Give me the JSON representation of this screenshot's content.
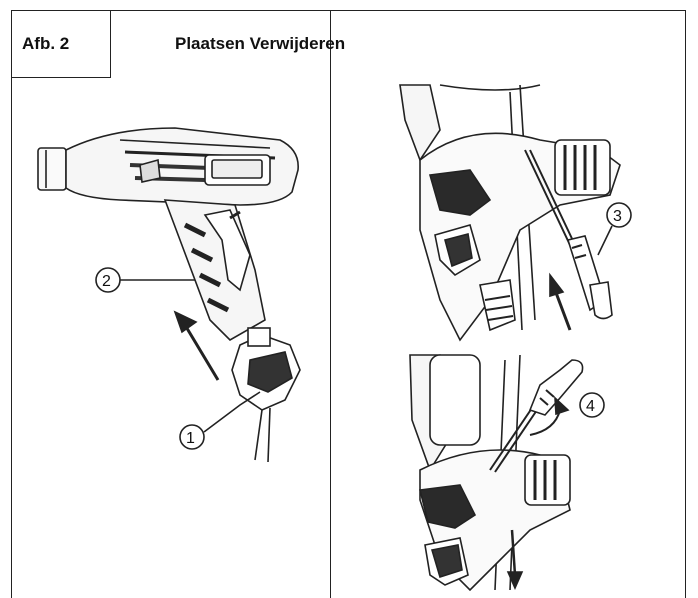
{
  "figure": {
    "label": "Afb. 2",
    "title": "Plaatsen Verwijderen",
    "callouts": [
      "1",
      "2",
      "3",
      "4"
    ]
  },
  "colors": {
    "line": "#222222",
    "fill_light": "#f4f4f4",
    "fill_dark": "#2a2a2a"
  }
}
